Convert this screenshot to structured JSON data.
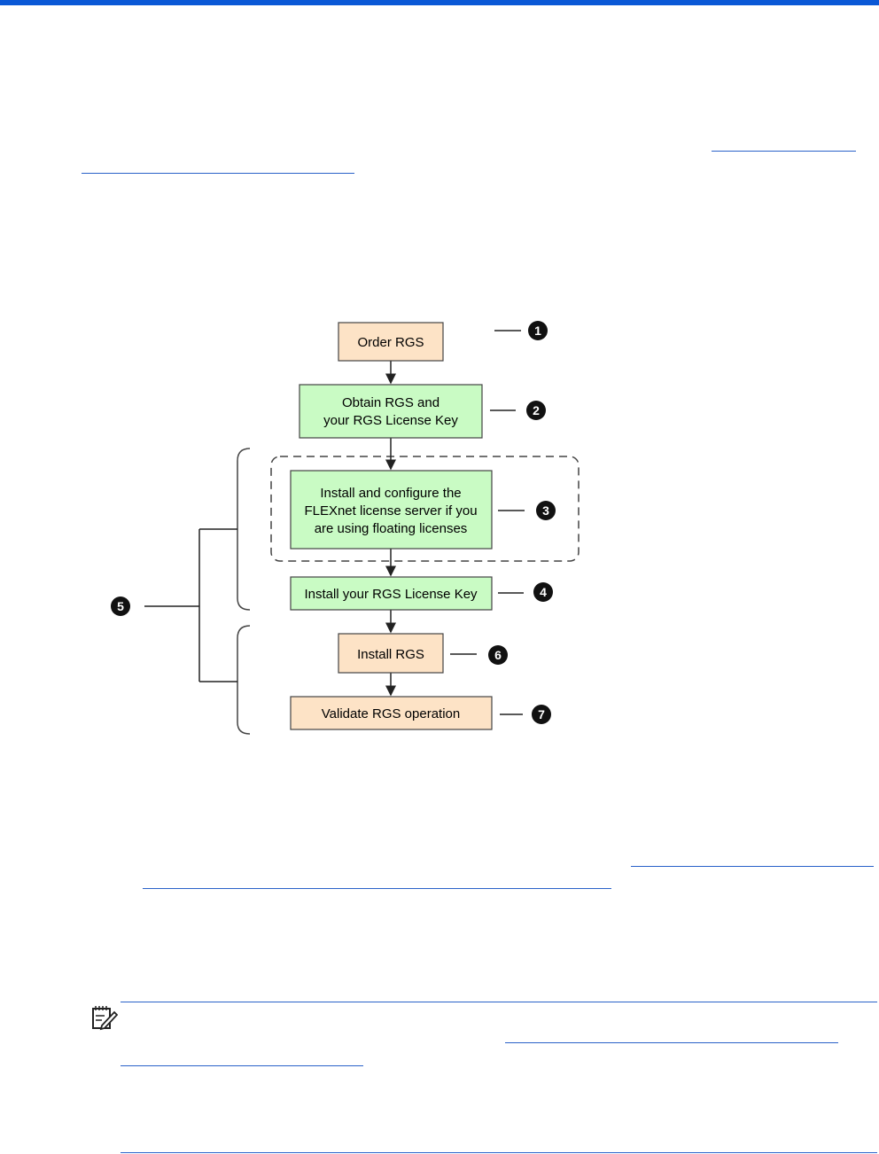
{
  "colors": {
    "top_bar": "#0a58d6",
    "link": "#2a62c9",
    "box_orange": "#fde3c6",
    "box_green": "#c9fbc4"
  },
  "flowchart": {
    "steps": [
      {
        "id": "1",
        "lines": [
          "Order RGS"
        ]
      },
      {
        "id": "2",
        "lines": [
          "Obtain RGS and",
          "your RGS License Key"
        ]
      },
      {
        "id": "3",
        "lines": [
          "Install and configure the",
          "FLEXnet license server if you",
          "are using floating licenses"
        ]
      },
      {
        "id": "4",
        "lines": [
          "Install your RGS License Key"
        ]
      },
      {
        "id": "6",
        "lines": [
          "Install RGS"
        ]
      },
      {
        "id": "7",
        "lines": [
          "Validate RGS operation"
        ]
      }
    ],
    "group_marker": "5"
  },
  "note": {
    "icon": "note-pencil-icon"
  }
}
